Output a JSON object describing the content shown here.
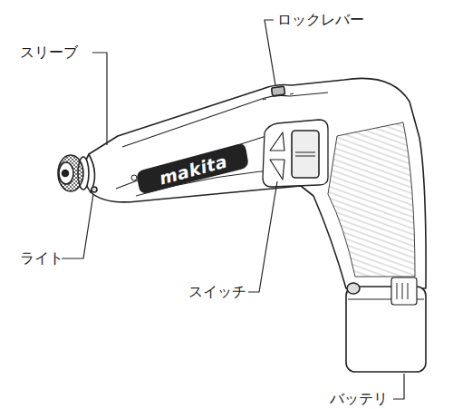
{
  "diagram": {
    "labels": [
      "ロックレバー",
      "スリーブ",
      "makita",
      "ライト",
      "スイッチ",
      "バッテリ"
    ]
  }
}
